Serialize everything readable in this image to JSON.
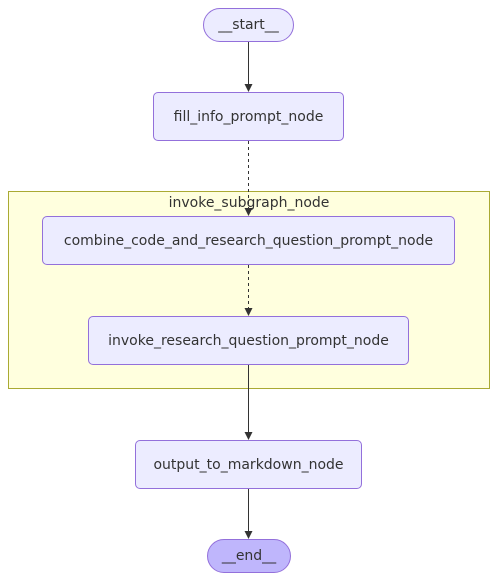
{
  "nodes": {
    "start": "__start__",
    "fill_info": "fill_info_prompt_node",
    "subgraph_label": "invoke_subgraph_node",
    "combine": "combine_code_and_research_question_prompt_node",
    "invoke_research": "invoke_research_question_prompt_node",
    "output": "output_to_markdown_node",
    "end": "__end__"
  },
  "colors": {
    "node_fill": "#ECECFF",
    "node_border": "#9370DB",
    "cluster_fill": "#FFFFDE",
    "cluster_border": "#AAAA33",
    "end_fill": "#BFB6FC",
    "edge": "#333333"
  },
  "edges": [
    {
      "from": "start",
      "to": "fill_info",
      "style": "solid"
    },
    {
      "from": "fill_info",
      "to": "combine",
      "style": "dotted"
    },
    {
      "from": "combine",
      "to": "invoke_research",
      "style": "dotted"
    },
    {
      "from": "invoke_research",
      "to": "output",
      "style": "solid"
    },
    {
      "from": "output",
      "to": "end",
      "style": "solid"
    }
  ]
}
